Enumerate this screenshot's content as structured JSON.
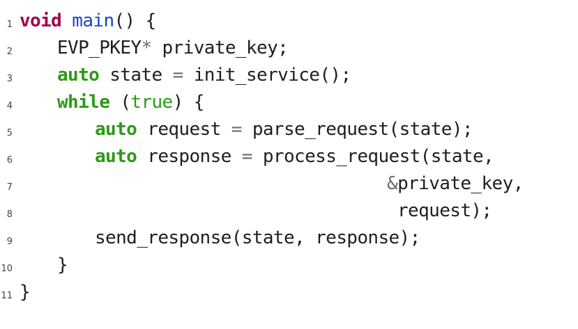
{
  "code_lines": [
    {
      "number": "1",
      "text": "void main() {"
    },
    {
      "number": "2",
      "text": "EVP_PKEY* private_key;"
    },
    {
      "number": "3",
      "text": "auto state = init_service();"
    },
    {
      "number": "4",
      "text": "while (true) {"
    },
    {
      "number": "5",
      "text": "auto request = parse_request(state);"
    },
    {
      "number": "6",
      "text": "auto response = process_request(state,"
    },
    {
      "number": "7",
      "text": "&private_key,"
    },
    {
      "number": "8",
      "text": "request);"
    },
    {
      "number": "9",
      "text": "send_response(state, response);"
    },
    {
      "number": "10",
      "text": "}"
    },
    {
      "number": "11",
      "text": "}"
    }
  ],
  "tokens": {
    "void": "void",
    "main": "main",
    "paren_brace_open": "() {",
    "type": "EVP_PKEY",
    "star": "*",
    "private_key_decl": " private_key;",
    "auto": "auto",
    "state_assign_a": " state ",
    "eq": "=",
    "init_call": " init_service();",
    "while": "while",
    "paren_open": " (",
    "true": "true",
    "paren_close_brace": ") {",
    "request_var": " request ",
    "parse_call": " parse_request(state);",
    "response_var": " response ",
    "process_call": " process_request(state,",
    "amp": "&",
    "private_key_arg": "private_key,",
    "request_arg": "request);",
    "send_call": "send_response(state, response);",
    "close_brace": "}"
  },
  "colors": {
    "keyword_void": "#a0004e",
    "keyword": "#2b9a16",
    "function_name": "#1a44c8",
    "text": "#1e1e1e",
    "operator": "#6a6a6a",
    "line_number": "#444444"
  }
}
